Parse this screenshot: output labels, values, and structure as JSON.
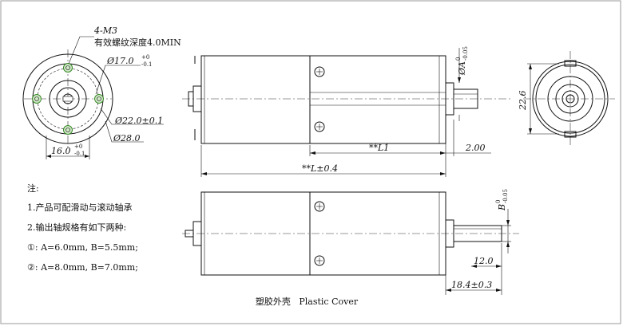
{
  "front_view": {
    "callout_line1": "4-M3",
    "callout_line2": "有效螺纹深度4.0MIN",
    "dim_pcd17": "Ø17.0",
    "dim_pcd17_tol_top": "+0",
    "dim_pcd17_tol_bot": "-0.1",
    "dim_22": "Ø22.0±0.1",
    "dim_28": "Ø28.0",
    "dim_16": "16.0",
    "dim_16_tol_top": "+0",
    "dim_16_tol_bot": "-0.1"
  },
  "top_view": {
    "dim_A": "ØA",
    "dim_A_tol_top": "0",
    "dim_A_tol_bot": "-0.05",
    "dim_L1": "**L1",
    "dim_200": "2.00",
    "dim_L": "**L±0.4"
  },
  "side_view": {
    "dim_226": "22.6"
  },
  "bottom_view": {
    "dim_B": "B",
    "dim_B_tol_top": "0",
    "dim_B_tol_bot": "-0.05",
    "dim_120": "12.0",
    "dim_184": "18.4±0.3"
  },
  "notes": {
    "heading": "注:",
    "line1": "1.产品可配滑动与滚动轴承",
    "line2": "2.输出轴规格有如下两种:",
    "line3": "①: A=6.0mm, B=5.5mm;",
    "line4": "②: A=8.0mm, B=7.0mm;"
  },
  "caption": "塑胶外壳   Plastic Cover"
}
